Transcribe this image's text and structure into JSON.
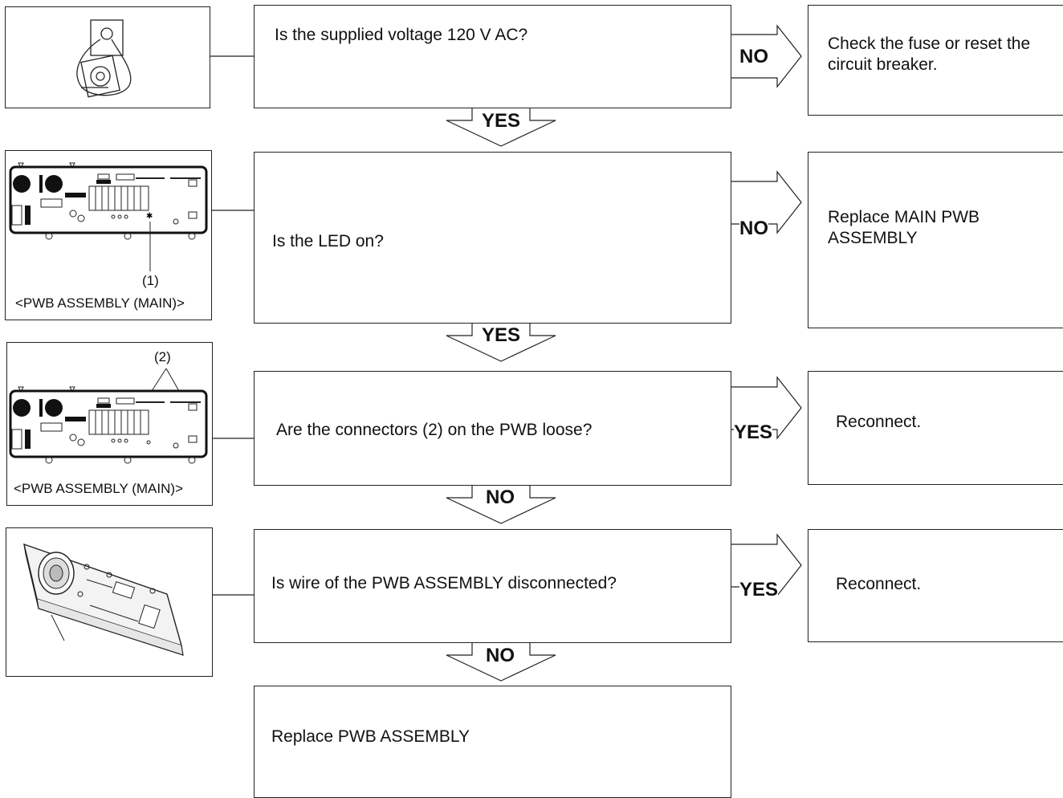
{
  "steps": [
    {
      "question": "Is the supplied voltage 120 V AC?",
      "side_label": "NO",
      "side_action": "Check the fuse or reset the circuit breaker.",
      "down_label": "YES"
    },
    {
      "question": "Is the LED on?",
      "side_label": "NO",
      "side_action": "Replace MAIN PWB ASSEMBLY",
      "down_label": "YES",
      "callout": "(1)",
      "caption": "<PWB ASSEMBLY (MAIN)>"
    },
    {
      "question": "Are the connectors (2) on the PWB loose?",
      "side_label": "YES",
      "side_action": "Reconnect.",
      "down_label": "NO",
      "callout": "(2)",
      "caption": "<PWB ASSEMBLY (MAIN)>"
    },
    {
      "question": "Is wire of the PWB ASSEMBLY disconnected?",
      "side_label": "YES",
      "side_action": "Reconnect.",
      "down_label": "NO"
    }
  ],
  "final_action": "Replace PWB ASSEMBLY",
  "icons": [
    "outlet-voltmeter-icon",
    "pwb-board-icon",
    "pwb-board-icon",
    "control-panel-icon"
  ]
}
